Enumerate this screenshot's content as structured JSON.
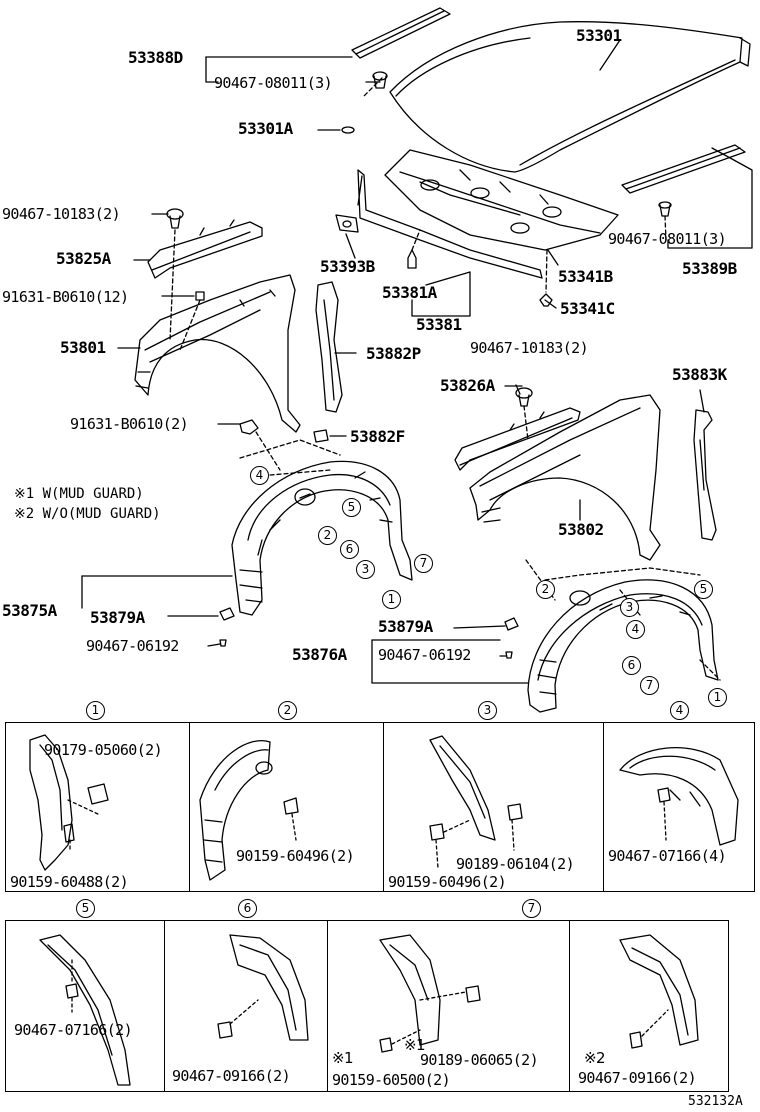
{
  "parts": {
    "p53301": "53301",
    "p53388D": "53388D",
    "p90467_08011_3_a": "90467-08011(3)",
    "p53301A": "53301A",
    "p53341B": "53341B",
    "p53341C": "53341C",
    "p53381": "53381",
    "p53381A": "53381A",
    "p53393B": "53393B",
    "p90467_08011_3_b": "90467-08011(3)",
    "p53389B": "53389B",
    "p90467_10183_2_a": "90467-10183(2)",
    "p53825A": "53825A",
    "p91631_B0610_12": "91631-B0610(12)",
    "p53801": "53801",
    "p53882P": "53882P",
    "p91631_B0610_2": "91631-B0610(2)",
    "p53882F": "53882F",
    "p90467_10183_2_b": "90467-10183(2)",
    "p53826A": "53826A",
    "p53883K": "53883K",
    "p53802": "53802",
    "p53875A": "53875A",
    "p53879A_l": "53879A",
    "p90467_06192_l": "90467-06192",
    "p53879A_r": "53879A",
    "p53876A": "53876A",
    "p90467_06192_r": "90467-06192"
  },
  "notes": {
    "n1": "※1 W(MUD GUARD)",
    "n2": "※2 W/O(MUD GUARD)"
  },
  "callouts": [
    "1",
    "2",
    "3",
    "4",
    "5",
    "6",
    "7"
  ],
  "details": {
    "d1": {
      "num": "1",
      "a": "90179-05060(2)",
      "b": "90159-60488(2)"
    },
    "d2": {
      "num": "2",
      "a": "90159-60496(2)"
    },
    "d3": {
      "num": "3",
      "a": "90189-06104(2)",
      "b": "90159-60496(2)"
    },
    "d4": {
      "num": "4",
      "a": "90467-07166(4)"
    },
    "d5": {
      "num": "5",
      "a": "90467-07166(2)"
    },
    "d6": {
      "num": "6",
      "a": "90467-09166(2)"
    },
    "d7": {
      "num": "7",
      "a": "※1",
      "b": "90189-06065(2)",
      "c": "90159-60500(2)"
    },
    "d8": {
      "mark": "※2",
      "a": "90467-09166(2)"
    }
  },
  "figure_id": "532132A"
}
